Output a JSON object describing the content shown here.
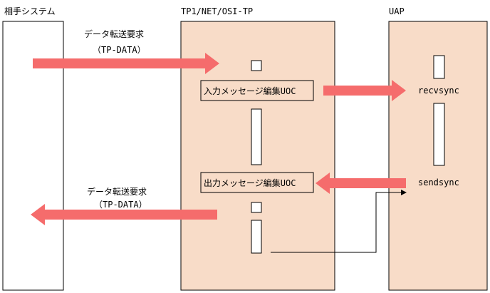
{
  "lanes": {
    "partner": {
      "title": "相手システム"
    },
    "tp1": {
      "title": "TP1/NET/OSI-TP"
    },
    "uap": {
      "title": "UAP"
    }
  },
  "messages": {
    "incoming": {
      "line1": "データ転送要求",
      "line2": "（TP-DATA）"
    },
    "outgoing": {
      "line1": "データ転送要求",
      "line2": "（TP-DATA）"
    }
  },
  "uoc": {
    "input": "入力メッセージ編集UOC",
    "output": "出力メッセージ編集UOC"
  },
  "functions": {
    "recv": "recvsync",
    "send": "sendsync"
  },
  "colors": {
    "lane_fill": "#f8dcc8",
    "arrow": "#f56c6c",
    "line": "#000000"
  }
}
